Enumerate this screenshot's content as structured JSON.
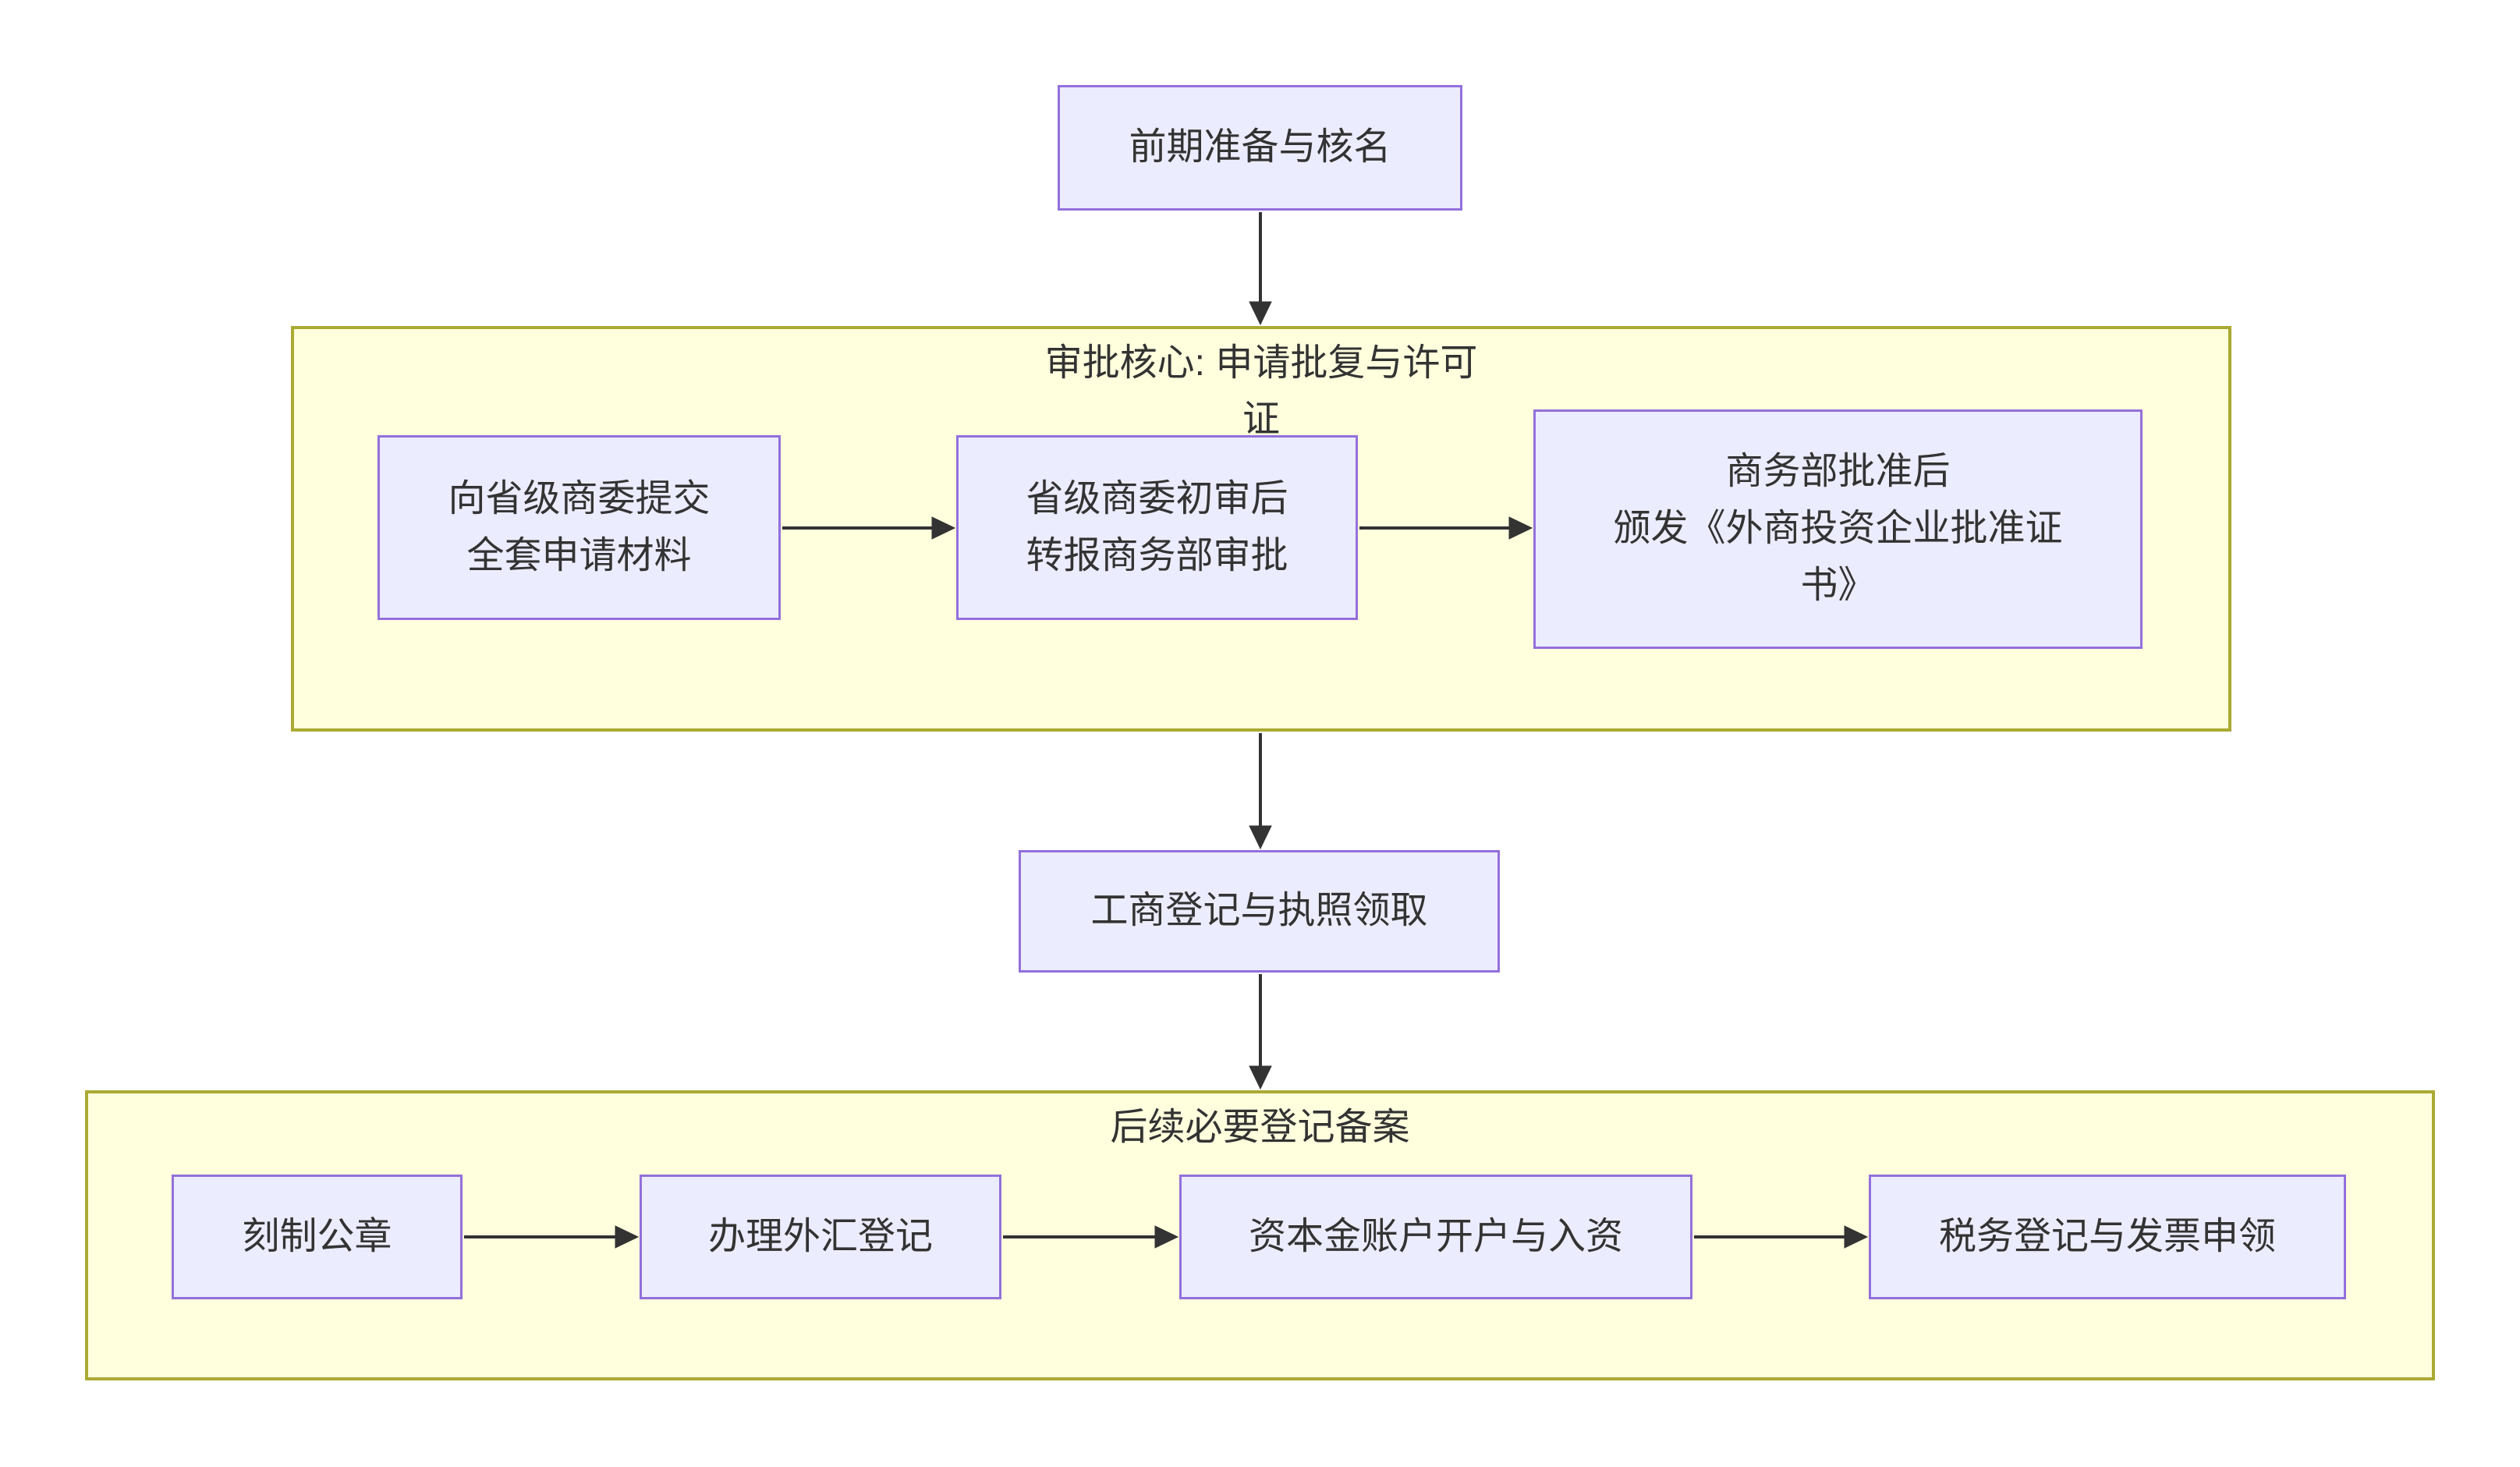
{
  "colors": {
    "node_fill": "#ececff",
    "node_border": "#9370db",
    "cluster_fill": "#ffffde",
    "cluster_border": "#aaaa33",
    "arrow_color": "#333333",
    "text_color": "#333333",
    "background": "#ffffff"
  },
  "flowchart": {
    "start_node": {
      "label": "前期准备与核名"
    },
    "approval_cluster": {
      "title": "审批核心: 申请批复与许可\n证",
      "nodes": [
        {
          "label": "向省级商委提交\n全套申请材料"
        },
        {
          "label": "省级商委初审后\n转报商务部审批"
        },
        {
          "label": "商务部批准后\n颁发《外商投资企业批准证\n书》"
        }
      ]
    },
    "license_node": {
      "label": "工商登记与执照领取"
    },
    "followup_cluster": {
      "title": "后续必要登记备案",
      "nodes": [
        {
          "label": "刻制公章"
        },
        {
          "label": "办理外汇登记"
        },
        {
          "label": "资本金账户开户与入资"
        },
        {
          "label": "税务登记与发票申领"
        }
      ]
    }
  }
}
